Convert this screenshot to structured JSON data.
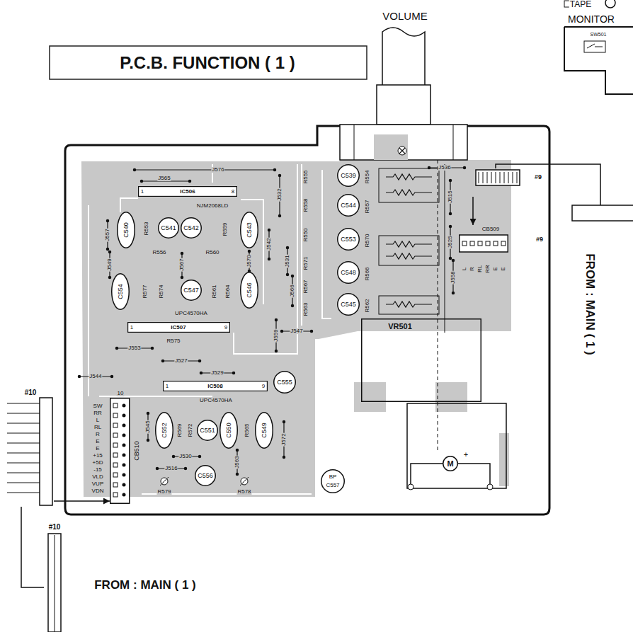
{
  "diagram": {
    "title": "P.C.B. FUNCTION ( 1 )",
    "nodes": [
      {
        "text": [
          "#10"
        ]
      },
      {
        "text": [
          "#10"
        ]
      },
      {
        "text": [
          "CB510"
        ]
      },
      {
        "text": [
          "#9"
        ]
      },
      {
        "text": [
          "CB509"
        ]
      },
      {
        "text": [
          "1",
          "IC506",
          "8"
        ]
      },
      {
        "text": [
          "1",
          "IC507",
          "9"
        ]
      },
      {
        "text": [
          "1",
          "IC508",
          "9"
        ]
      },
      {
        "text": [
          "VR501"
        ]
      },
      {
        "text": [
          "M"
        ]
      },
      {
        "text": [
          "C539"
        ]
      },
      {
        "text": [
          "C544"
        ]
      },
      {
        "text": [
          "C553"
        ]
      },
      {
        "text": [
          "C548"
        ]
      },
      {
        "text": [
          "C545"
        ]
      },
      {
        "text": [
          "C540"
        ]
      },
      {
        "text": [
          "C541"
        ]
      },
      {
        "text": [
          "C542"
        ]
      },
      {
        "text": [
          "C543"
        ]
      },
      {
        "text": [
          "C554"
        ]
      },
      {
        "text": [
          "C547"
        ]
      },
      {
        "text": [
          "C546"
        ]
      },
      {
        "text": [
          "C555"
        ]
      },
      {
        "text": [
          "C552"
        ]
      },
      {
        "text": [
          "C551"
        ]
      },
      {
        "text": [
          "C550"
        ]
      },
      {
        "text": [
          "C549"
        ]
      },
      {
        "text": [
          "C556"
        ]
      },
      {
        "text": [
          "BP",
          "C557"
        ]
      }
    ],
    "edges": [
      {
        "from": 1,
        "to": 0,
        "arrow": "none"
      },
      {
        "from": 0,
        "to": 2,
        "arrow": "to"
      },
      {
        "from": 3,
        "to": 4,
        "arrow": "to"
      }
    ],
    "labels": [
      "VOLUME",
      "TAPE",
      "MONITOR",
      "SW501",
      "FROM : MAIN ( 1 )",
      "FROM : MAIN ( 1 )",
      "#9",
      "L",
      "R",
      "RL",
      "RR",
      "E",
      "E",
      "J536",
      "J515",
      "J525",
      "J558",
      "R555",
      "R558",
      "R550",
      "R571",
      "R567",
      "R563",
      "R554",
      "R557",
      "R570",
      "R566",
      "R562",
      "J576",
      "J565",
      "J532",
      "NJM2068LD",
      "R553",
      "R559",
      "R556",
      "R560",
      "J557",
      "J549",
      "J567",
      "J570",
      "J542",
      "J531",
      "J566",
      "R577",
      "R574",
      "R561",
      "R564",
      "UPC4570HA",
      "R575",
      "J559",
      "J547",
      "J553",
      "J527",
      "J529",
      "UPC4570HA",
      "J544",
      "10",
      "SW",
      "RR",
      "L",
      "RL",
      "R",
      "E",
      "E",
      "+15",
      "+5D",
      "-15",
      "VLD",
      "VUP",
      "VDN",
      "J545",
      "R569",
      "R572",
      "R565",
      "J530",
      "J516",
      "J563",
      "J572",
      "R579",
      "R578",
      "+"
    ]
  }
}
